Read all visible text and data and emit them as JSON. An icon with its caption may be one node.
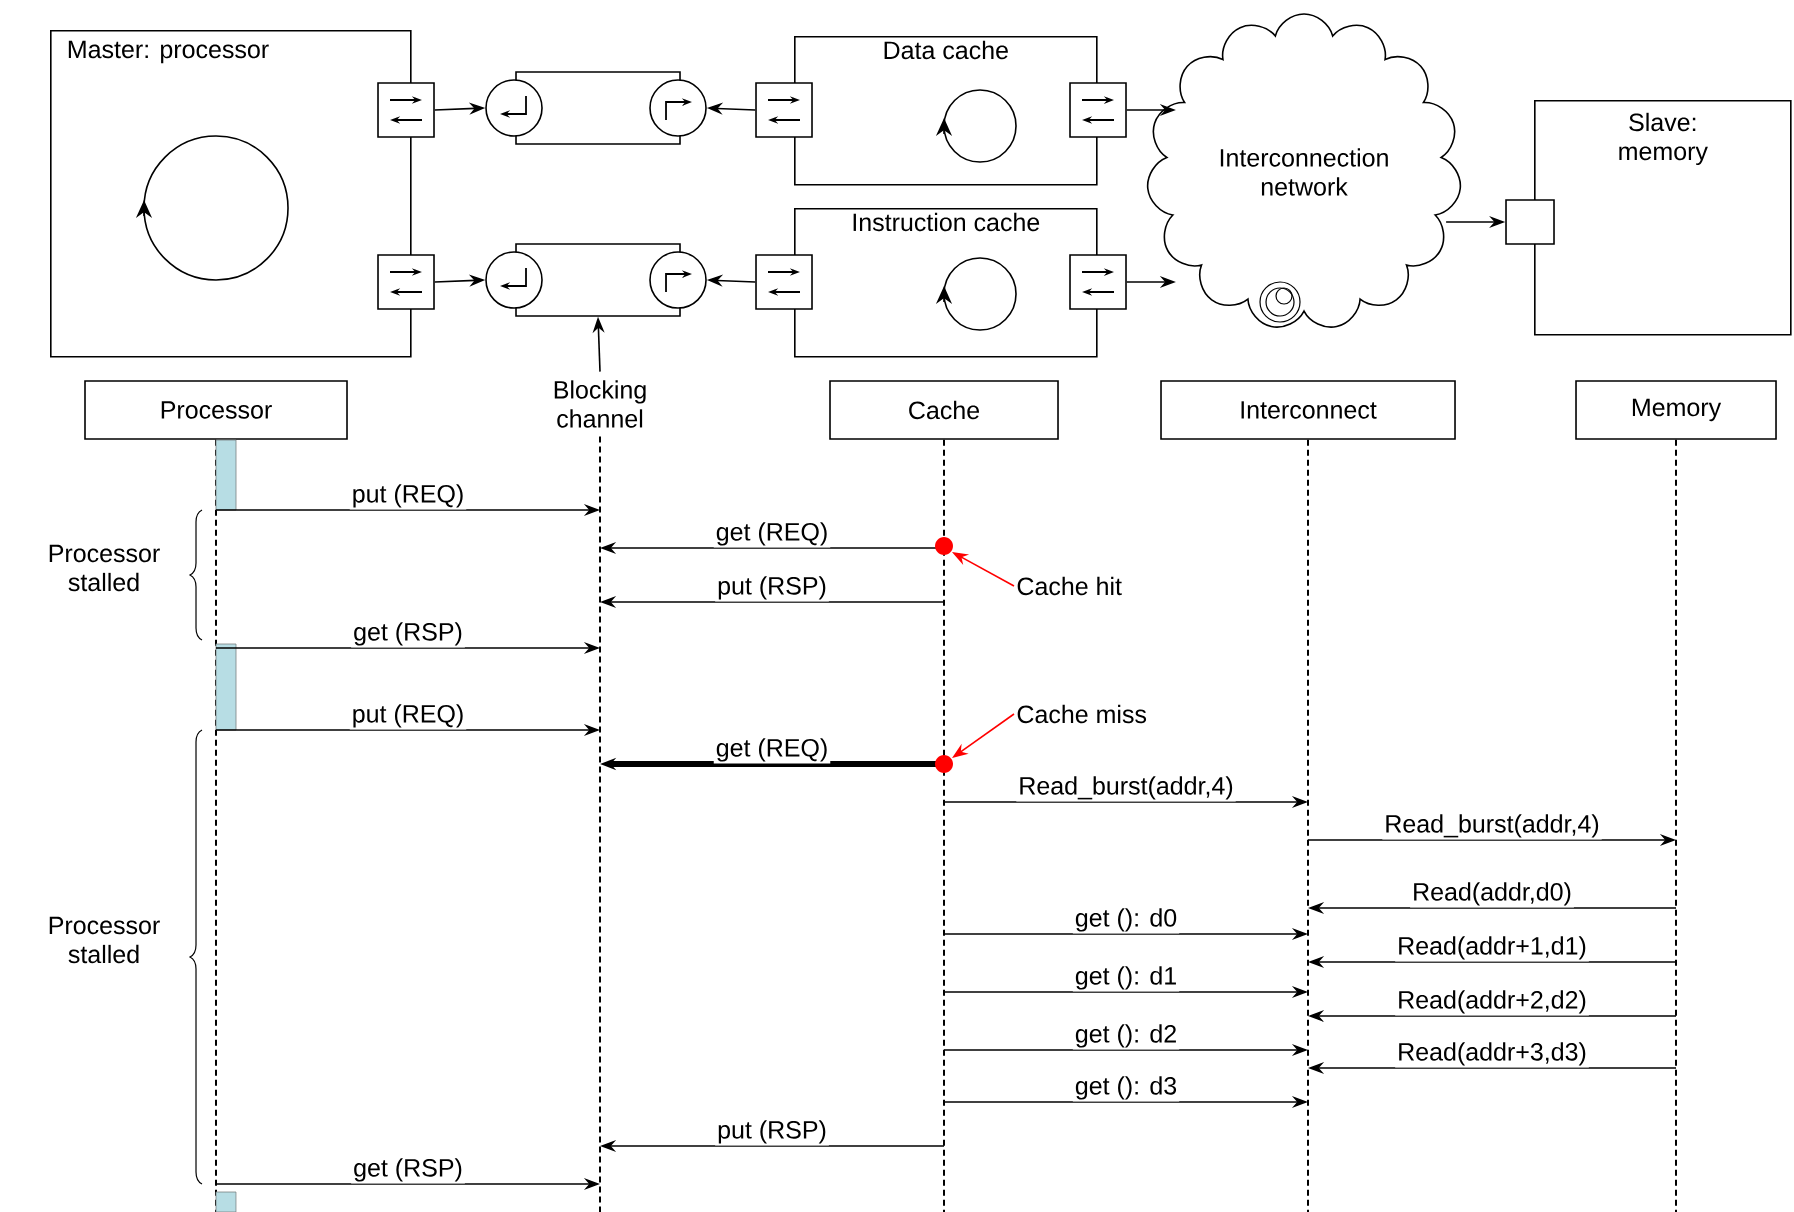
{
  "diagram": {
    "nodes": [
      {
        "text": [
          "Master: processor"
        ]
      },
      {
        "text": [],
        "shape": "box"
      },
      {
        "text": [],
        "shape": "box"
      },
      {
        "text": [],
        "shape": "circle"
      },
      {
        "text": [],
        "shape": "circle"
      },
      {
        "text": [
          "Data cache"
        ]
      },
      {
        "text": [],
        "shape": "box"
      },
      {
        "text": [],
        "shape": "box"
      },
      {
        "text": [
          "Interconnection network"
        ]
      },
      {
        "text": [
          "Slave: memory"
        ]
      },
      {
        "text": [],
        "shape": "box"
      },
      {
        "text": [],
        "shape": "box"
      },
      {
        "text": [],
        "shape": "box"
      },
      {
        "text": [],
        "shape": "circle"
      },
      {
        "text": [],
        "shape": "circle"
      },
      {
        "text": [
          "Instruction cache"
        ]
      },
      {
        "text": [],
        "shape": "box"
      },
      {
        "text": [],
        "shape": "box"
      },
      {
        "text": [
          "Blocking channel"
        ]
      },
      {
        "text": [
          "Processor"
        ]
      },
      {
        "text": [
          "Cache"
        ]
      },
      {
        "text": [
          "Interconnect"
        ]
      },
      {
        "text": [
          "Memory"
        ]
      },
      {
        "text": [
          "Cache hit"
        ]
      },
      {
        "text": [
          "Cache miss"
        ]
      }
    ],
    "edges": [
      {
        "from": 1,
        "to": 3,
        "arrow": "to"
      },
      {
        "from": 6,
        "to": 4,
        "arrow": "to"
      },
      {
        "from": 7,
        "to": 8,
        "arrow": "to"
      },
      {
        "from": 8,
        "to": 10,
        "arrow": "to"
      },
      {
        "from": 11,
        "to": 13,
        "arrow": "to"
      },
      {
        "from": 16,
        "to": 14,
        "arrow": "to"
      },
      {
        "from": 17,
        "to": 8,
        "arrow": "to"
      },
      {
        "from": 18,
        "to": 12,
        "arrow": "to"
      },
      {
        "from": 23,
        "to": 20,
        "arrow": "to",
        "color": "#ff0000"
      },
      {
        "from": 24,
        "to": 20,
        "arrow": "to",
        "color": "#ff0000"
      },
      {
        "from": 19,
        "to": 18,
        "arrow": "to",
        "label": "put (REQ)"
      },
      {
        "from": 20,
        "to": 18,
        "arrow": "to",
        "label": "get (REQ)"
      },
      {
        "from": 20,
        "to": 18,
        "arrow": "to",
        "label": "put (RSP)"
      },
      {
        "from": 19,
        "to": 18,
        "arrow": "to",
        "label": "get (RSP)"
      },
      {
        "from": 19,
        "to": 18,
        "arrow": "to",
        "label": "put (REQ)"
      },
      {
        "from": 20,
        "to": 18,
        "arrow": "to",
        "label": "get (REQ)",
        "style": "thick"
      },
      {
        "from": 20,
        "to": 21,
        "arrow": "to",
        "label": "Read_burst(addr,4)"
      },
      {
        "from": 21,
        "to": 22,
        "arrow": "to",
        "label": "Read_burst(addr,4)"
      },
      {
        "from": 22,
        "to": 21,
        "arrow": "to",
        "label": "Read(addr,d0)"
      },
      {
        "from": 20,
        "to": 21,
        "arrow": "to",
        "label": "get (): d0"
      },
      {
        "from": 22,
        "to": 21,
        "arrow": "to",
        "label": "Read(addr+1,d1)"
      },
      {
        "from": 20,
        "to": 21,
        "arrow": "to",
        "label": "get (): d1"
      },
      {
        "from": 22,
        "to": 21,
        "arrow": "to",
        "label": "Read(addr+2,d2)"
      },
      {
        "from": 20,
        "to": 21,
        "arrow": "to",
        "label": "get (): d2"
      },
      {
        "from": 22,
        "to": 21,
        "arrow": "to",
        "label": "Read(addr+3,d3)"
      },
      {
        "from": 20,
        "to": 21,
        "arrow": "to",
        "label": "get (): d3"
      },
      {
        "from": 20,
        "to": 18,
        "arrow": "to",
        "label": "put (RSP)"
      },
      {
        "from": 19,
        "to": 18,
        "arrow": "to",
        "label": "get (RSP)"
      }
    ],
    "labels": [
      "Processor stalled",
      "Processor stalled"
    ]
  }
}
